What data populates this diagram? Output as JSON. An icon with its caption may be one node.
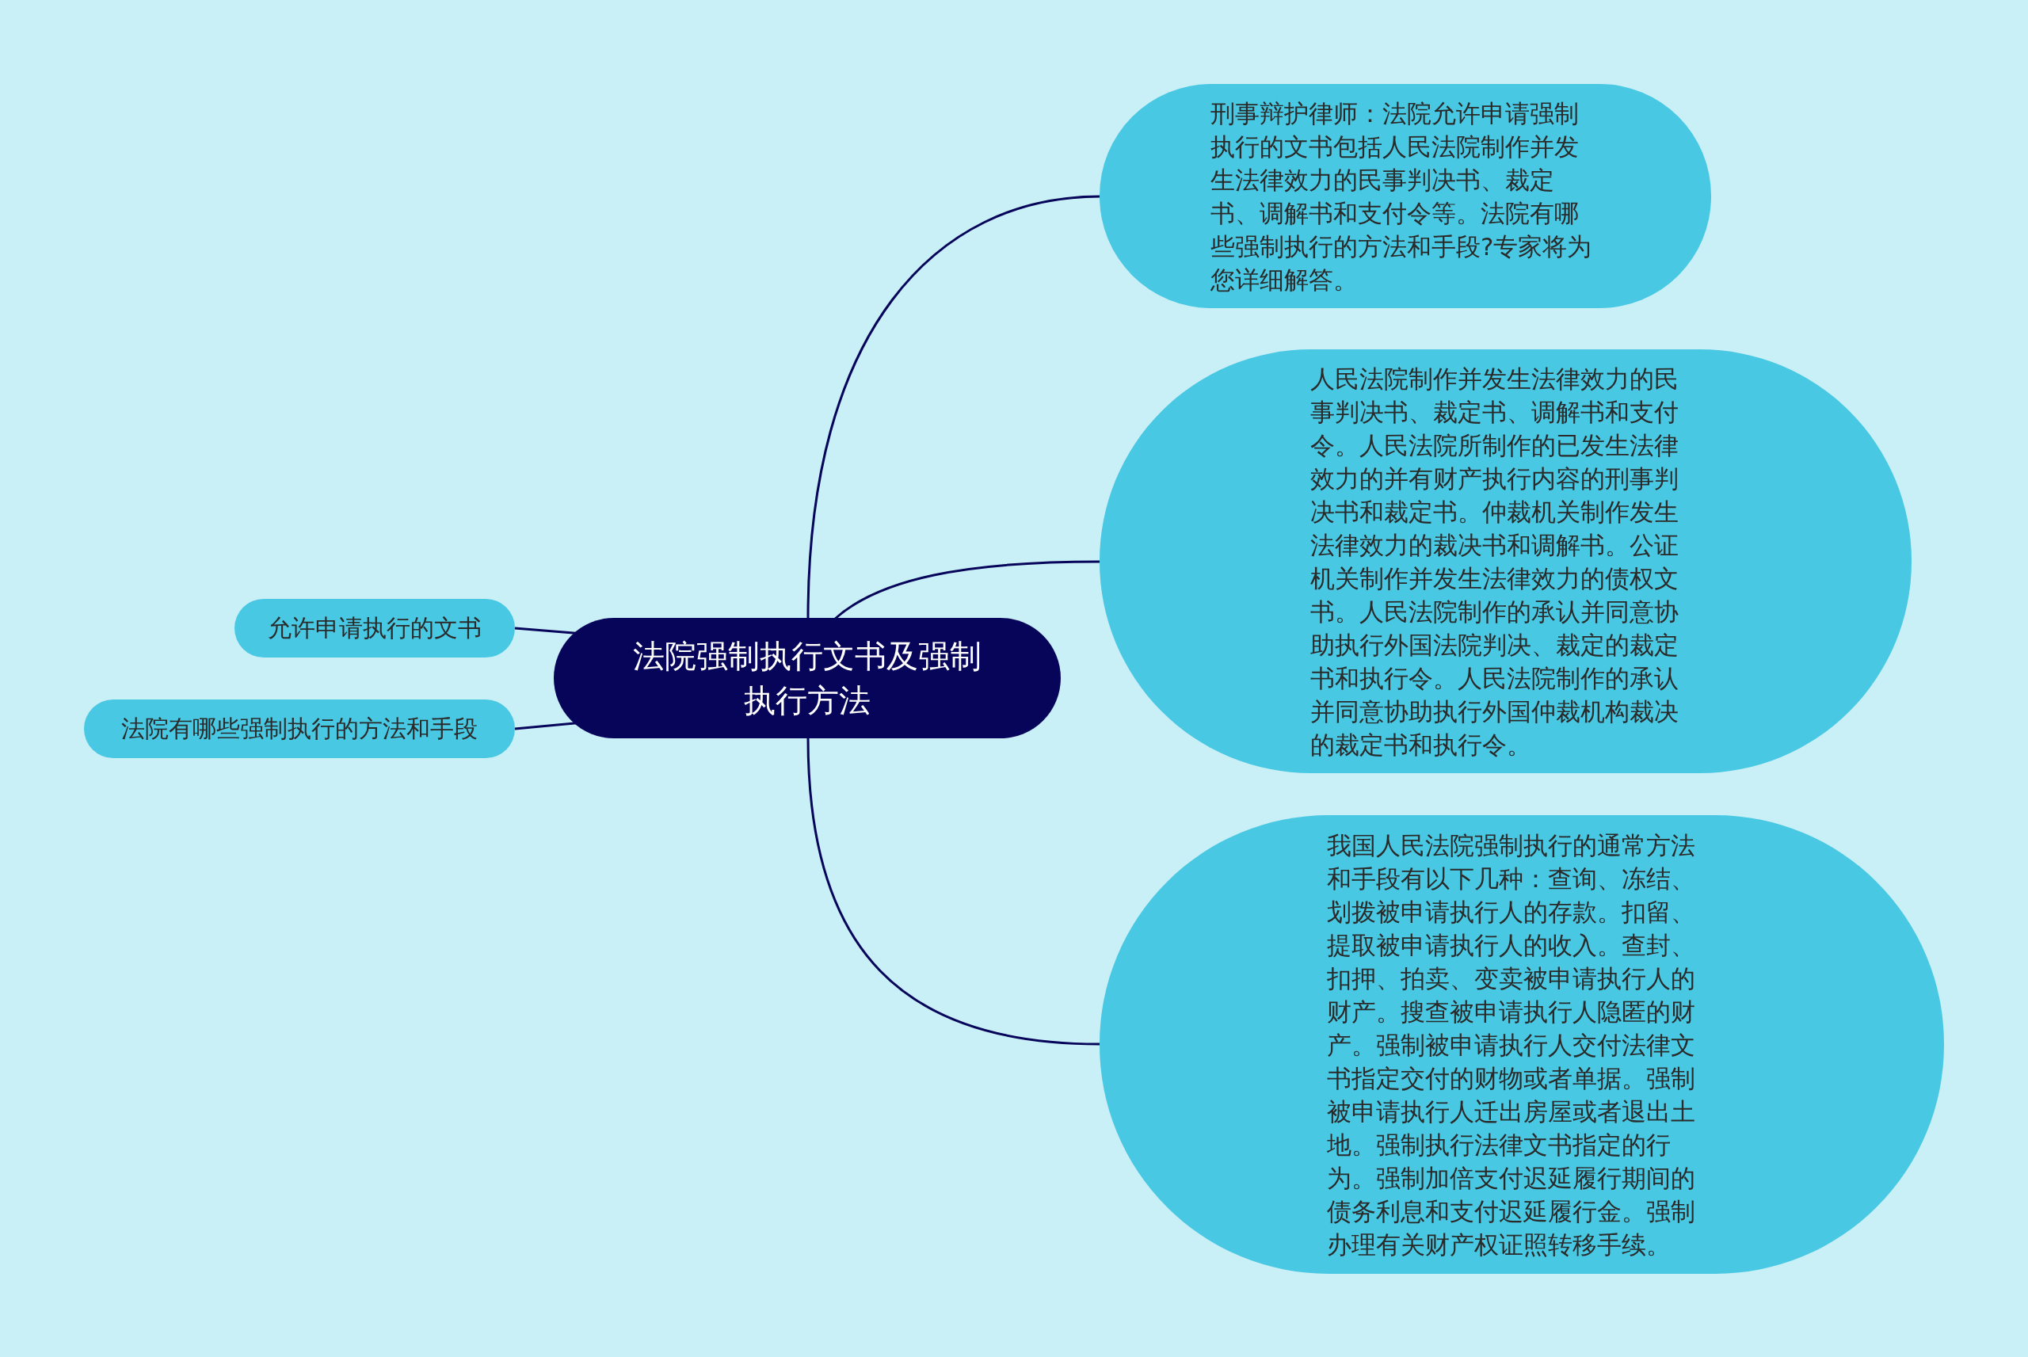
{
  "diagram": {
    "nodes": [
      {
        "text": [
          "法院强制执行文书及强制执行方法"
        ]
      },
      {
        "text": [
          "允许申请执行的文书"
        ]
      },
      {
        "text": [
          "法院有哪些强制执行的方法和手段"
        ]
      },
      {
        "text": [
          "刑事辩护律师：法院允许申请强制执行的文书包括人民法院制作并发生法律效力的民事判决书、裁定书、调解书和支付令等。法院有哪些强制执行的方法和手段?专家将为您详细解答。"
        ]
      },
      {
        "text": [
          "人民法院制作并发生法律效力的民事判决书、裁定书、调解书和支付令。人民法院所制作的已发生法律效力的并有财产执行内容的刑事判决书和裁定书。仲裁机关制作发生法律效力的裁决书和调解书。公证机关制作并发生法律效力的债权文书。人民法院制作的承认并同意协助执行外国法院判决、裁定的裁定书和执行令。人民法院制作的承认并同意协助执行外国仲裁机构裁决的裁定书和执行令。"
        ]
      },
      {
        "text": [
          "我国人民法院强制执行的通常方法和手段有以下几种：查询、冻结、划拨被申请执行人的存款。扣留、提取被申请执行人的收入。查封、扣押、拍卖、变卖被申请执行人的财产。搜查被申请执行人隐匿的财产。强制被申请执行人交付法律文书指定交付的财物或者单据。强制被申请执行人迁出房屋或者退出土地。强制执行法律文书指定的行为。强制加倍支付迟延履行期间的债务利息和支付迟延履行金。强制办理有关财产权证照转移手续。"
        ]
      }
    ],
    "edges": [
      {
        "from": 0,
        "to": 1,
        "arrow": "none"
      },
      {
        "from": 0,
        "to": 2,
        "arrow": "none"
      },
      {
        "from": 0,
        "to": 3,
        "arrow": "none"
      },
      {
        "from": 0,
        "to": 4,
        "arrow": "none"
      },
      {
        "from": 0,
        "to": 5,
        "arrow": "none"
      }
    ]
  }
}
